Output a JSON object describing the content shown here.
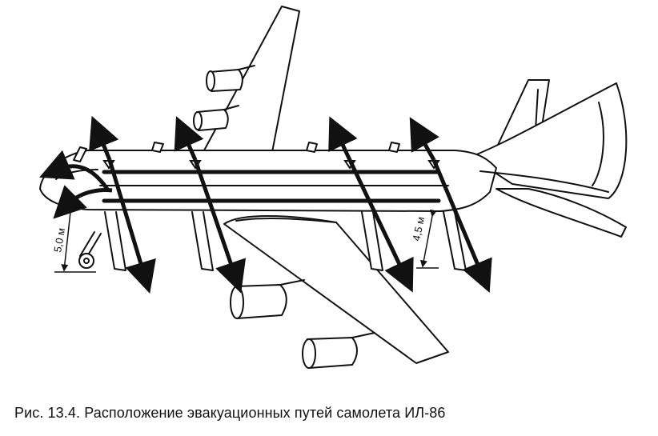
{
  "figure": {
    "caption": "Рис. 13.4. Расположение эвакуационных путей самолета ИЛ-86",
    "dimension_labels": {
      "front_height": "5,0 м",
      "rear_height": "4,5 м"
    }
  }
}
